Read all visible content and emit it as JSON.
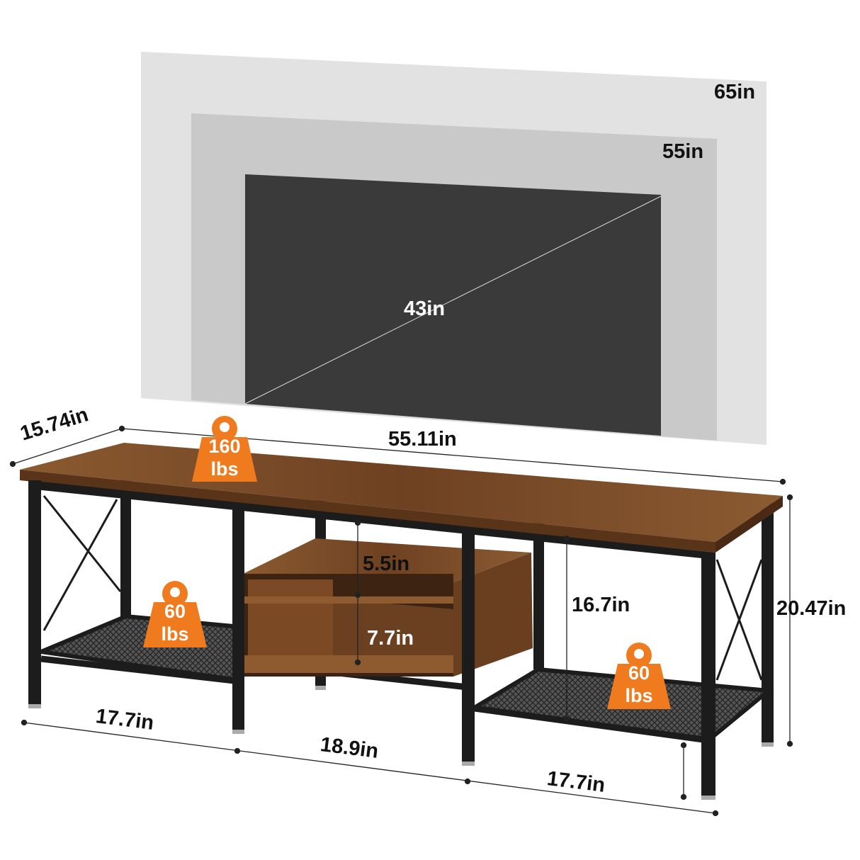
{
  "tv_sizes": [
    {
      "label": "65in",
      "color": "#e2e2e2"
    },
    {
      "label": "55in",
      "color": "#c9c9c9"
    },
    {
      "label": "43in",
      "color": "#3a3a3a"
    }
  ],
  "dimensions": {
    "depth": "15.74in",
    "width": "55.11in",
    "height": "20.47in",
    "inner_height": "16.7in",
    "drawer_top": "5.5in",
    "drawer_bottom": "7.7in",
    "left_section": "17.7in",
    "middle_section": "18.9in",
    "right_section": "17.7in"
  },
  "weight_capacity": {
    "top": {
      "value": "160",
      "unit": "lbs"
    },
    "left_shelf": {
      "value": "60",
      "unit": "lbs"
    },
    "right_shelf": {
      "value": "60",
      "unit": "lbs"
    }
  },
  "colors": {
    "badge": "#f07a1e",
    "wood": "#7a4a26",
    "frame": "#1c1c1c"
  }
}
